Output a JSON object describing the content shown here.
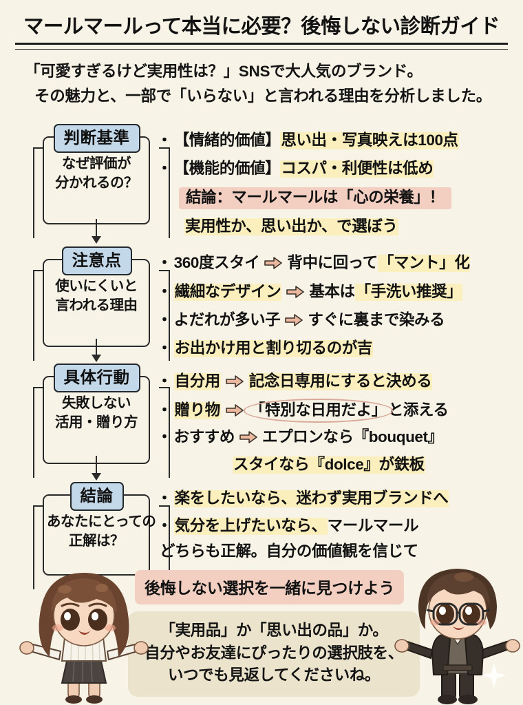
{
  "header": {
    "title": "マールマールって本当に必要？後悔しない診断ガイド",
    "intro_line1": "「可愛すぎるけど実用性は？」SNSで大人気のブランド。",
    "intro_line2": "その魅力と、一部で「いらない」と言われる理由を分析しました。"
  },
  "colors": {
    "background": "#f7f3e6",
    "chip_fill": "#c3d8e8",
    "chip_border": "#24292e",
    "highlight_yellow": "#fbefbe",
    "highlight_pink": "#f2cfc1",
    "cream_box": "#ece3cd",
    "arrow_fill": "#eab79f",
    "oval_stroke": "#d9a898",
    "text": "#121212"
  },
  "sections": [
    {
      "chip": "判断基準",
      "subtitle_line1": "なぜ評価が",
      "subtitle_line2": "分かれるの？",
      "bullets": [
        {
          "bullet": "・",
          "parts": [
            {
              "text": "【情緒的価値】",
              "style": "plain"
            },
            {
              "text": "思い出・写真映えは100点",
              "style": "yellow"
            }
          ]
        },
        {
          "bullet": "・",
          "parts": [
            {
              "text": "【機能的価値】",
              "style": "plain"
            },
            {
              "text": "コスパ・利便性は低め",
              "style": "yellow"
            }
          ]
        },
        {
          "bullet": "",
          "indent": 32,
          "parts": [
            {
              "text": "結論：マールマールは「心の栄養」！",
              "style": "pink"
            }
          ]
        },
        {
          "bullet": "",
          "indent": 40,
          "parts": [
            {
              "text": "実用性か、思い出か、で選ぼう",
              "style": "yellow"
            }
          ]
        }
      ]
    },
    {
      "chip": "注意点",
      "subtitle_line1": "使いにくいと",
      "subtitle_line2": "言われる理由",
      "bullets": [
        {
          "bullet": "・",
          "parts": [
            {
              "text": "360度スタイ",
              "style": "plain"
            },
            {
              "text": "",
              "style": "arrow"
            },
            {
              "text": "背中に回って",
              "style": "plain"
            },
            {
              "text": "「マント」化",
              "style": "yellow"
            }
          ]
        },
        {
          "bullet": "・",
          "parts": [
            {
              "text": "繊細なデザイン",
              "style": "yellow"
            },
            {
              "text": "",
              "style": "arrow"
            },
            {
              "text": "基本は",
              "style": "plain"
            },
            {
              "text": "「手洗い推奨」",
              "style": "yellow"
            }
          ]
        },
        {
          "bullet": "・",
          "parts": [
            {
              "text": "よだれが多い子",
              "style": "plain"
            },
            {
              "text": "",
              "style": "arrow"
            },
            {
              "text": "すぐに裏まで染みる",
              "style": "plain"
            }
          ]
        },
        {
          "bullet": "・",
          "parts": [
            {
              "text": "お出かけ用と割り切るのが吉",
              "style": "yellow"
            }
          ]
        }
      ]
    },
    {
      "chip": "具体行動",
      "subtitle_line1": "失敗しない",
      "subtitle_line2": "活用・贈り方",
      "bullets": [
        {
          "bullet": "・",
          "parts": [
            {
              "text": "自分用",
              "style": "yellow"
            },
            {
              "text": "",
              "style": "arrow"
            },
            {
              "text": "記念日専用にすると決める",
              "style": "yellow"
            }
          ]
        },
        {
          "bullet": "・",
          "parts": [
            {
              "text": "贈り物",
              "style": "yellow"
            },
            {
              "text": "",
              "style": "arrow"
            },
            {
              "text": "「特別な日用だよ」",
              "style": "oval"
            },
            {
              "text": "と添える",
              "style": "plain"
            }
          ]
        },
        {
          "bullet": "・",
          "parts": [
            {
              "text": "おすすめ",
              "style": "plain"
            },
            {
              "text": "",
              "style": "arrow"
            },
            {
              "text": "エプロンなら『bouquet』",
              "style": "plain"
            }
          ]
        },
        {
          "bullet": "",
          "indent": 110,
          "parts": [
            {
              "text": "スタイなら『dolce』が鉄板",
              "style": "yellow"
            }
          ]
        }
      ]
    },
    {
      "chip": "結論",
      "subtitle_line1": "あなたにとっての",
      "subtitle_line2": "正解は？",
      "bullets": [
        {
          "bullet": "・",
          "parts": [
            {
              "text": "楽をしたいなら、迷わず実用ブランドへ",
              "style": "yellow"
            }
          ]
        },
        {
          "bullet": "・",
          "parts": [
            {
              "text": "気分を上げたいなら、",
              "style": "yellow"
            },
            {
              "text": "マールマール",
              "style": "plain"
            }
          ]
        },
        {
          "bullet": "",
          "indent": 4,
          "parts": [
            {
              "text": "どちらも正解。自分の価値観を信じて",
              "style": "plain"
            }
          ]
        }
      ]
    }
  ],
  "footer": {
    "pink_banner": "後悔しない選択を一緒に見つけよう",
    "cream_line1": "「実用品」か「思い出の品」か。",
    "cream_line2": "自分やお友達にぴったりの選択肢を、",
    "cream_line3": "いつでも見返してくださいね。"
  },
  "characters": {
    "left": "chibi-woman-illustration",
    "right": "chibi-man-with-glasses-illustration"
  }
}
